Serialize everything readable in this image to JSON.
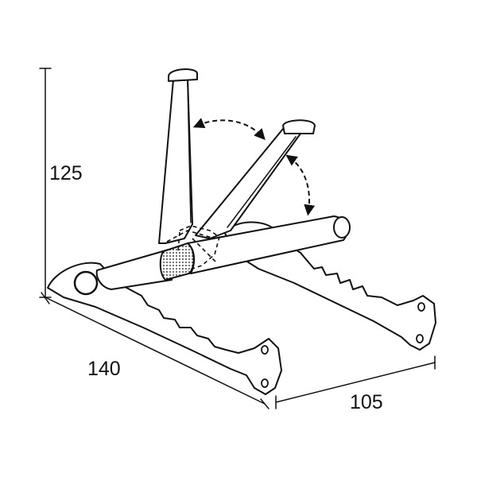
{
  "dimensions": {
    "height": "125",
    "width": "140",
    "depth": "105"
  },
  "colors": {
    "ink": "#111111",
    "background": "#ffffff"
  }
}
